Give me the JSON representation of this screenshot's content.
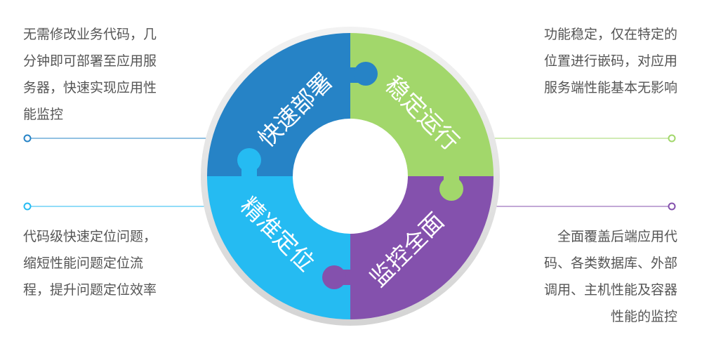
{
  "pieces": [
    {
      "label": "快速部署",
      "color": "#2683c6"
    },
    {
      "label": "稳定运行",
      "color": "#a2d76b"
    },
    {
      "label": "精准定位",
      "color": "#25bbf2"
    },
    {
      "label": "监控全面",
      "color": "#8451ad"
    }
  ],
  "descriptions": {
    "top_left": [
      "无需修改业务代码，几",
      "分钟即可部署至应用服",
      "务器，快速实现应用性",
      "能监控"
    ],
    "top_right": [
      "功能稳定，仅在特定的",
      "位置进行嵌码，对应用",
      "服务端性能基本无影响"
    ],
    "bottom_left": [
      "代码级快速定位问题，",
      "缩短性能问题定位流",
      "程，提升问题定位效率"
    ],
    "bottom_right": [
      "全面覆盖后端应用代",
      "码、各类数据库、外部",
      "调用、主机性能及容器",
      "性能的监控"
    ]
  }
}
